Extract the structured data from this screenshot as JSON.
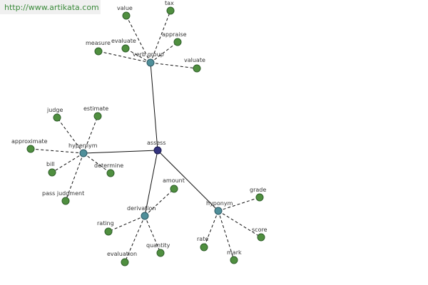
{
  "watermark": "http://www.artikata.com",
  "graph": {
    "center": "assess",
    "groups": [
      {
        "hub": "verb group",
        "leaves": [
          "value",
          "tax",
          "evaluate",
          "appraise",
          "measure",
          "valuate"
        ]
      },
      {
        "hub": "hypernym",
        "leaves": [
          "judge",
          "estimate",
          "approximate",
          "bill",
          "determine",
          "pass judgment"
        ]
      },
      {
        "hub": "derivation",
        "leaves": [
          "amount",
          "rating",
          "evaluation",
          "quantity"
        ]
      },
      {
        "hub": "hyponym",
        "leaves": [
          "grade",
          "rate",
          "mark",
          "score"
        ]
      }
    ]
  },
  "colors": {
    "leaf": "#4f8f3f",
    "hub": "#4f8f9a",
    "center": "#33337f"
  }
}
